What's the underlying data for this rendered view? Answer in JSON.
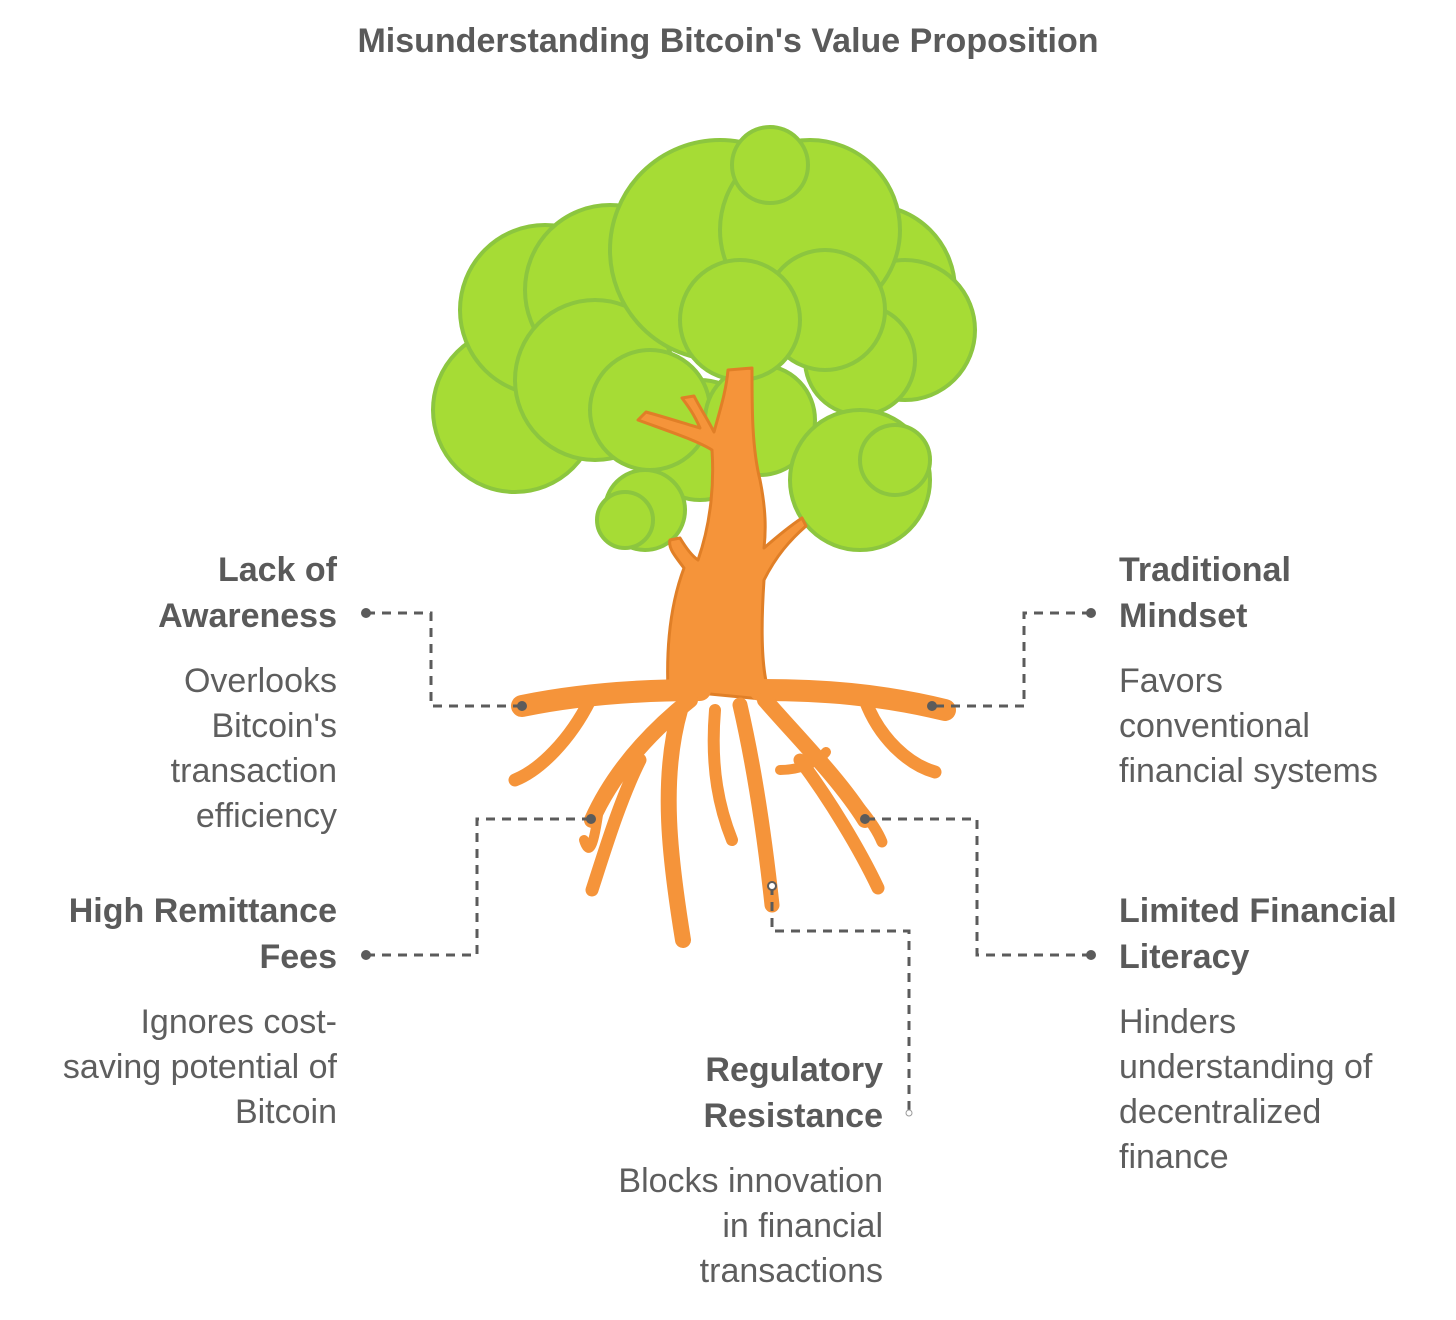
{
  "title": "Misunderstanding Bitcoin's Value Proposition",
  "colors": {
    "foliage": "#A6DC35",
    "foliage_outline": "#8CC63F",
    "trunk": "#F5943A",
    "trunk_outline": "#E07F27",
    "connector": "#5b5b5b",
    "text": "#5a5a5a"
  },
  "items": [
    {
      "heading": "Lack of\nAwareness",
      "description": "Overlooks\nBitcoin's\ntransaction\nefficiency"
    },
    {
      "heading": "High Remittance\nFees",
      "description": "Ignores cost-\nsaving potential of\nBitcoin"
    },
    {
      "heading": "Regulatory\nResistance",
      "description": "Blocks innovation\nin financial\ntransactions"
    },
    {
      "heading": "Traditional\nMindset",
      "description": "Favors\nconventional\nfinancial systems"
    },
    {
      "heading": "Limited Financial\nLiteracy",
      "description": "Hinders\nunderstanding of\ndecentralized\nfinance"
    }
  ]
}
